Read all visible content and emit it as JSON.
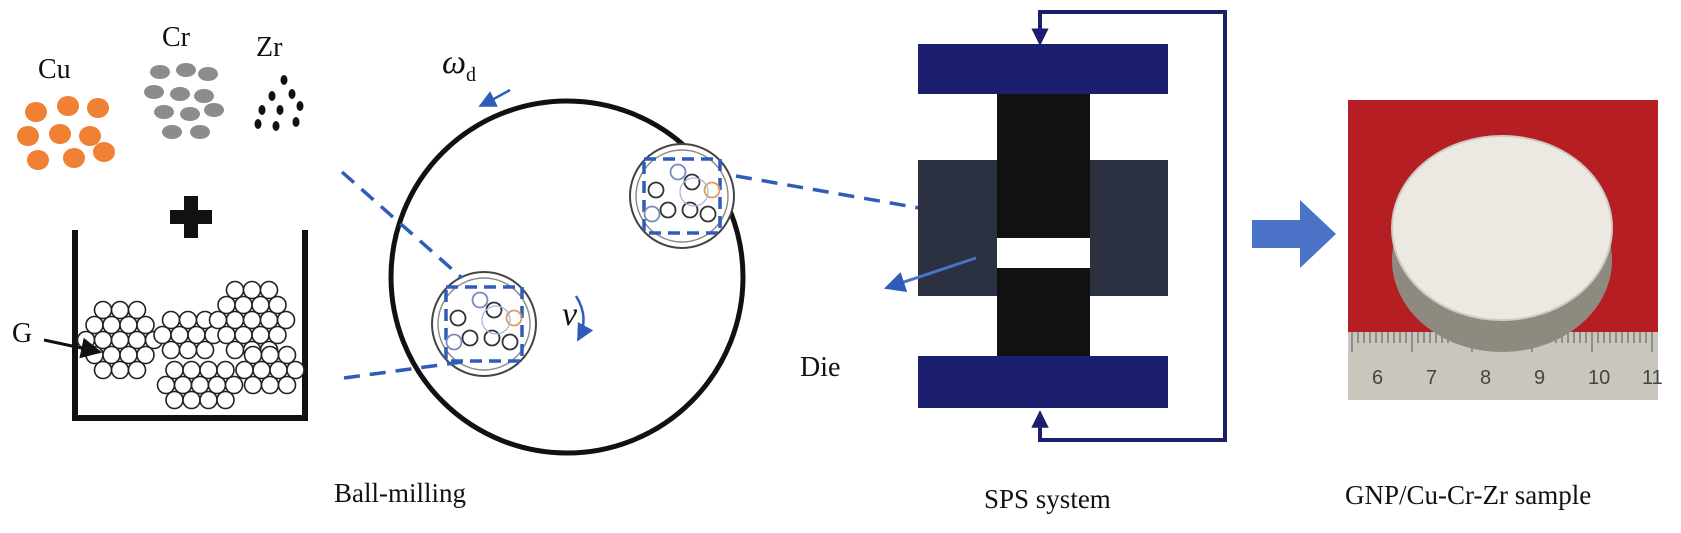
{
  "elements": {
    "cu": "Cu",
    "cr": "Cr",
    "zr": "Zr"
  },
  "graphene_label": "G",
  "angular_velocity": {
    "symbol": "ω",
    "subscript": "d"
  },
  "velocity_label": "v",
  "die_label": "Die",
  "captions": {
    "ball_milling": "Ball-milling",
    "sps": "SPS system",
    "sample": "GNP/Cu-Cr-Zr sample"
  },
  "ruler_numbers": [
    "6",
    "7",
    "8",
    "9",
    "10",
    "11"
  ],
  "colors": {
    "copper": "#f08033",
    "chromium": "#8c8c8c",
    "zirconium": "#111111",
    "accent_blue": "#2e5cb8",
    "arrow_blue": "#4a73c7",
    "electrode": "#1c1f6e",
    "punch": "#111111",
    "die": "#2b3140",
    "photo_bg": "#b51f24"
  }
}
